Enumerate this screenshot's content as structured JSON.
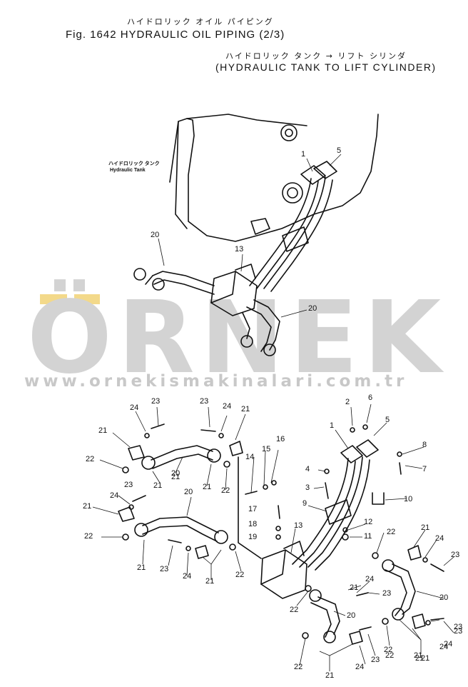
{
  "header": {
    "jp_line1": "ハイドロリック オイル パイピング",
    "fig_line": "Fig. 1642  HYDRAULIC OIL PIPING (2/3)",
    "jp_line2": "ハイドロリック タンク → リフト シリンダ",
    "en_line2": "(HYDRAULIC TANK TO LIFT CYLINDER)"
  },
  "tank_label": {
    "jp": "ハイドロリック タンク",
    "en": "Hydraulic Tank"
  },
  "watermark": {
    "word": "ÖRNEK",
    "url": "www.ornekismakinalari.com.tr",
    "accent": "#f3d98a",
    "color": "#d3d3d3"
  },
  "callouts": {
    "upper": [
      "1",
      "5",
      "20",
      "13",
      "20"
    ],
    "lower_left": [
      "23",
      "24",
      "23",
      "24",
      "21",
      "21",
      "21",
      "22",
      "20",
      "21",
      "22",
      "21",
      "23",
      "24",
      "20",
      "21",
      "22",
      "21",
      "23",
      "24",
      "21",
      "22"
    ],
    "center": [
      "14",
      "15",
      "16",
      "17",
      "18",
      "19",
      "13"
    ],
    "right": [
      "2",
      "6",
      "1",
      "5",
      "4",
      "3",
      "8",
      "7",
      "9",
      "10",
      "12",
      "11",
      "22",
      "21",
      "24",
      "23",
      "20",
      "21",
      "24",
      "23",
      "22",
      "20",
      "21",
      "24",
      "23",
      "22",
      "21",
      "24",
      "23",
      "22",
      "21",
      "23",
      "24",
      "22",
      "21"
    ]
  }
}
